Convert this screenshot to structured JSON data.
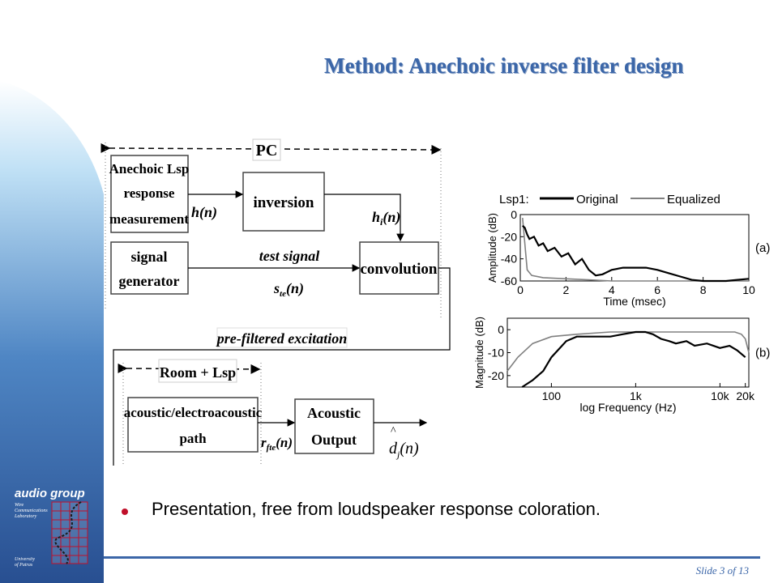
{
  "slide": {
    "title": "Method: Anechoic inverse filter design",
    "bullet": "Presentation, free from loudspeaker response coloration.",
    "footer": "Slide 3 of 13"
  },
  "logo": {
    "name": "audio group",
    "lab_line1": "Wire",
    "lab_line2": "Communications",
    "lab_line3": "Laboratory",
    "univ_line1": "University",
    "univ_line2": "of Patras"
  },
  "diagram": {
    "pc_label": "PC",
    "room_label": "Room + Lsp",
    "blocks": {
      "measure": [
        "Anechoic Lsp",
        "response",
        "measurement"
      ],
      "inversion": "inversion",
      "generator": [
        "signal",
        "generator"
      ],
      "convolution": "convolution",
      "acoustic_path": [
        "acoustic/electroacoustic",
        "path"
      ],
      "acoustic_output": [
        "Acoustic",
        "Output"
      ]
    },
    "signals": {
      "h": "h(n)",
      "hi_base": "h",
      "hi_sub": "i",
      "hi_tail": "(n)",
      "test_signal": "test signal",
      "ste_base": "s",
      "ste_sub": "te",
      "ste_tail": "(n)",
      "prefiltered": "pre-filtered excitation",
      "rfte_base": "r",
      "rfte_sub": "fte",
      "rfte_tail": "(n)",
      "dhat_base": "d",
      "dhat_sub": "j",
      "dhat_tail": "(n)"
    }
  },
  "chart_data": [
    {
      "type": "line",
      "title": "",
      "legend_lead": "Lsp1:",
      "legend_placement": "top",
      "xlabel": "Time (msec)",
      "ylabel": "Amplitude (dB)",
      "panel_label": "(a)",
      "xlim": [
        0,
        10
      ],
      "ylim": [
        -60,
        0
      ],
      "xticks": [
        "0",
        "2",
        "4",
        "6",
        "8",
        "10"
      ],
      "yticks": [
        "0",
        "-20",
        "-40",
        "-60"
      ],
      "series": [
        {
          "name": "Original",
          "color": "#000000",
          "x": [
            0.1,
            0.2,
            0.3,
            0.4,
            0.6,
            0.8,
            1.0,
            1.2,
            1.5,
            1.8,
            2.1,
            2.4,
            2.7,
            3.0,
            3.3,
            3.6,
            4.0,
            4.5,
            5.0,
            5.5,
            6.0,
            6.5,
            7.0,
            7.5,
            8.0,
            8.5,
            9.0,
            9.5,
            10.0
          ],
          "y": [
            -10,
            -12,
            -18,
            -22,
            -20,
            -28,
            -26,
            -33,
            -30,
            -38,
            -35,
            -45,
            -40,
            -50,
            -55,
            -54,
            -50,
            -48,
            -48,
            -48,
            -50,
            -53,
            -56,
            -59,
            -60,
            -60,
            -60,
            -59,
            -58
          ]
        },
        {
          "name": "Equalized",
          "color": "#808080",
          "x": [
            0.1,
            0.3,
            0.5,
            1.0,
            2.0,
            3.0,
            4.0,
            5.0,
            6.0,
            7.0,
            8.0,
            9.0,
            10.0
          ],
          "y": [
            -3,
            -50,
            -55,
            -57,
            -58,
            -59,
            -60,
            -60,
            -60,
            -60,
            -60,
            -60,
            -60
          ]
        }
      ]
    },
    {
      "type": "line",
      "title": "",
      "xlabel": "log Frequency (Hz)",
      "ylabel": "Magnitude (dB)",
      "panel_label": "(b)",
      "xscale": "log",
      "xlim": [
        30,
        22000
      ],
      "ylim": [
        -25,
        5
      ],
      "xticks": [
        "100",
        "1k",
        "10k",
        "20k"
      ],
      "yticks": [
        "0",
        "-10",
        "-20"
      ],
      "series": [
        {
          "name": "Original",
          "color": "#000000",
          "x": [
            45,
            60,
            80,
            100,
            150,
            200,
            300,
            500,
            700,
            1000,
            1300,
            1600,
            2000,
            2500,
            3000,
            4000,
            5000,
            7000,
            10000,
            13000,
            16000,
            20000
          ],
          "y": [
            -25,
            -22,
            -18,
            -12,
            -5,
            -3,
            -3,
            -3,
            -2,
            -1,
            -1,
            -2,
            -4,
            -5,
            -6,
            -5,
            -7,
            -6,
            -8,
            -7,
            -9,
            -12
          ]
        },
        {
          "name": "Equalized",
          "color": "#808080",
          "x": [
            30,
            40,
            60,
            100,
            200,
            500,
            1000,
            2000,
            5000,
            10000,
            15000,
            18000,
            20000,
            22000
          ],
          "y": [
            -18,
            -12,
            -6,
            -3,
            -2,
            -1,
            -1,
            -1,
            -1,
            -1,
            -1,
            -2,
            -4,
            -10
          ]
        }
      ]
    }
  ]
}
